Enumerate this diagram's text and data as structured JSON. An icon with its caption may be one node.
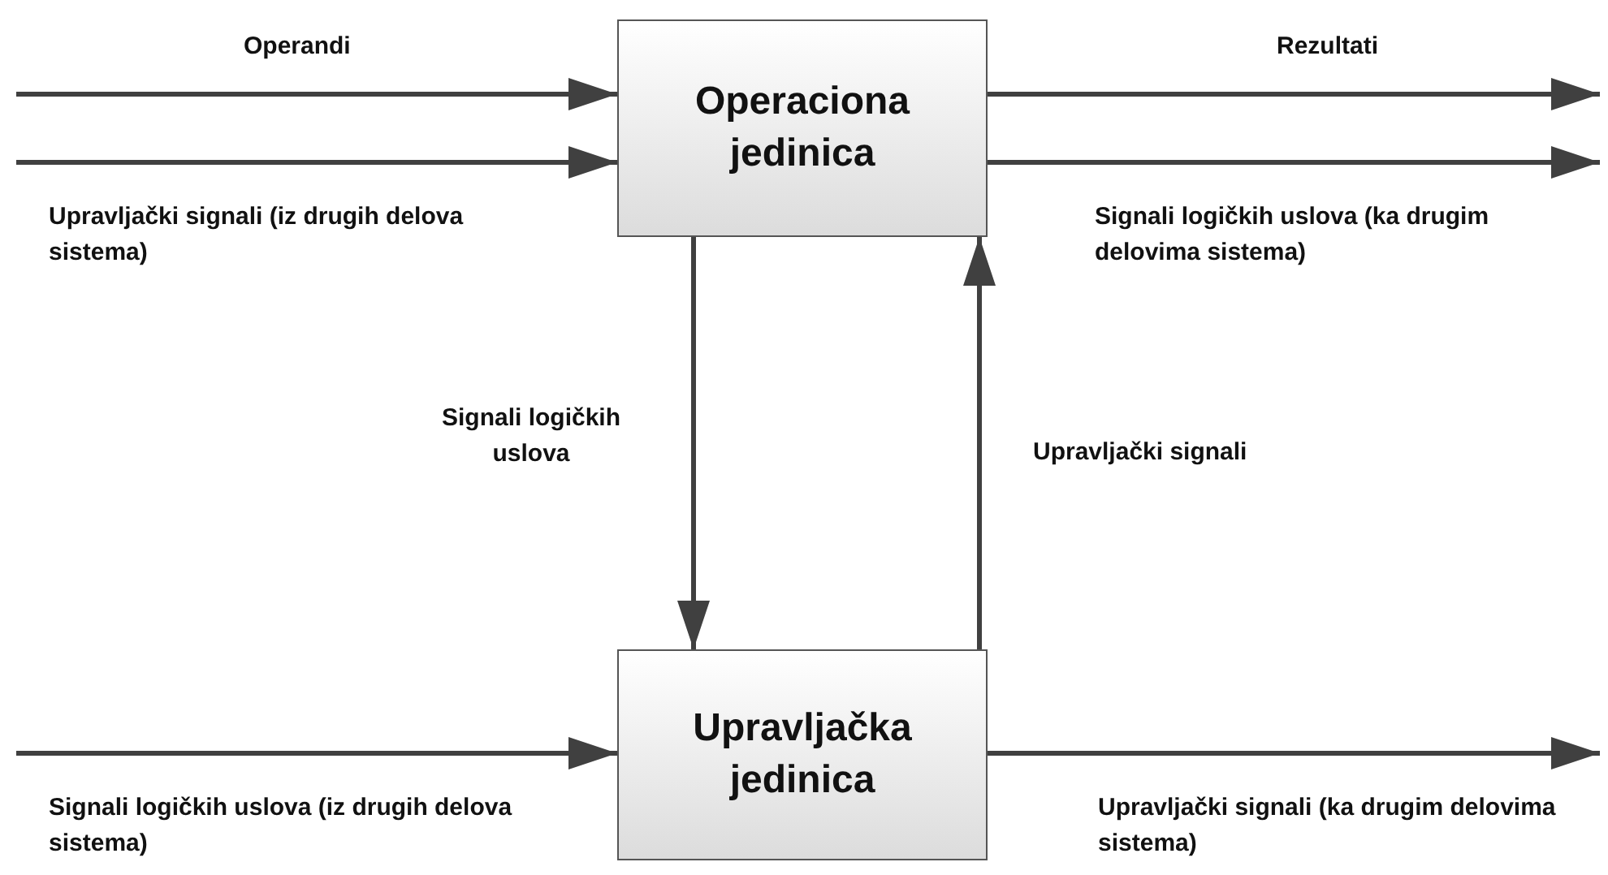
{
  "diagram": {
    "nodes": [
      {
        "text": [
          "Operaciona jedinica"
        ]
      },
      {
        "text": [
          "Upravljačka jedinica"
        ]
      }
    ],
    "edges": [
      {
        "from": null,
        "to": 0,
        "arrow": "to",
        "label": "Operandi"
      },
      {
        "from": null,
        "to": 0,
        "arrow": "to",
        "label": "Upravljački signali (iz drugih delova sistema)"
      },
      {
        "from": 0,
        "to": null,
        "arrow": "to",
        "label": "Rezultati"
      },
      {
        "from": 0,
        "to": null,
        "arrow": "to",
        "label": "Signali logičkih uslova (ka drugim delovima sistema)"
      },
      {
        "from": 0,
        "to": 1,
        "arrow": "to",
        "label": "Signali logičkih uslova"
      },
      {
        "from": 1,
        "to": 0,
        "arrow": "to",
        "label": "Upravljački signali"
      },
      {
        "from": null,
        "to": 1,
        "arrow": "to",
        "label": "Signali logičkih uslova (iz drugih delova sistema)"
      },
      {
        "from": 1,
        "to": null,
        "arrow": "to",
        "label": "Upravljački signali (ka drugim delovima sistema)"
      }
    ]
  }
}
